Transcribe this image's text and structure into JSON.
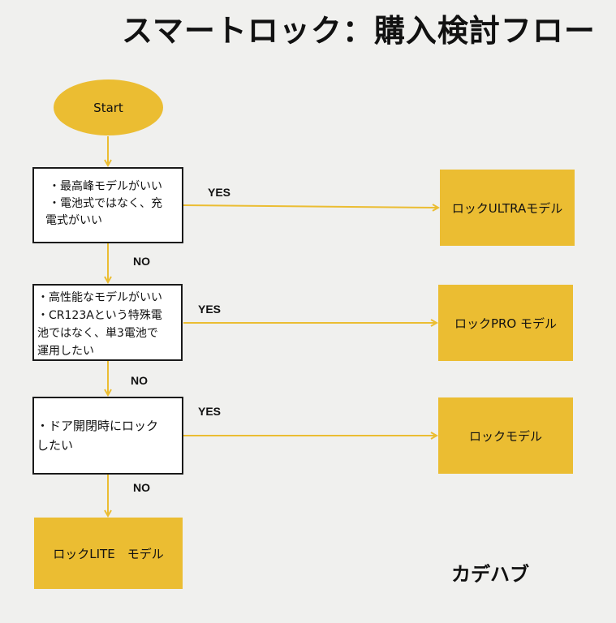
{
  "title": "スマートロック：購入検討フロー",
  "accent_color": "#ebbd32",
  "start_label": "Start",
  "questions": [
    {
      "lines": [
        "・最高峰モデルがいい",
        "・電池式ではなく、充",
        "電式がいい"
      ]
    },
    {
      "lines": [
        "・高性能なモデルがいい",
        "・CR123Aという特殊電",
        "池ではなく、単3電池で",
        "運用したい"
      ]
    },
    {
      "lines": [
        "・ドア開閉時にロック",
        "したい"
      ]
    }
  ],
  "yes_label": "YES",
  "no_label": "NO",
  "results": [
    {
      "label": "ロックULTRAモデル"
    },
    {
      "label": "ロックPRO モデル"
    },
    {
      "label": "ロックモデル"
    },
    {
      "label": "ロックLITE　モデル"
    }
  ],
  "brand": "カデハブ"
}
